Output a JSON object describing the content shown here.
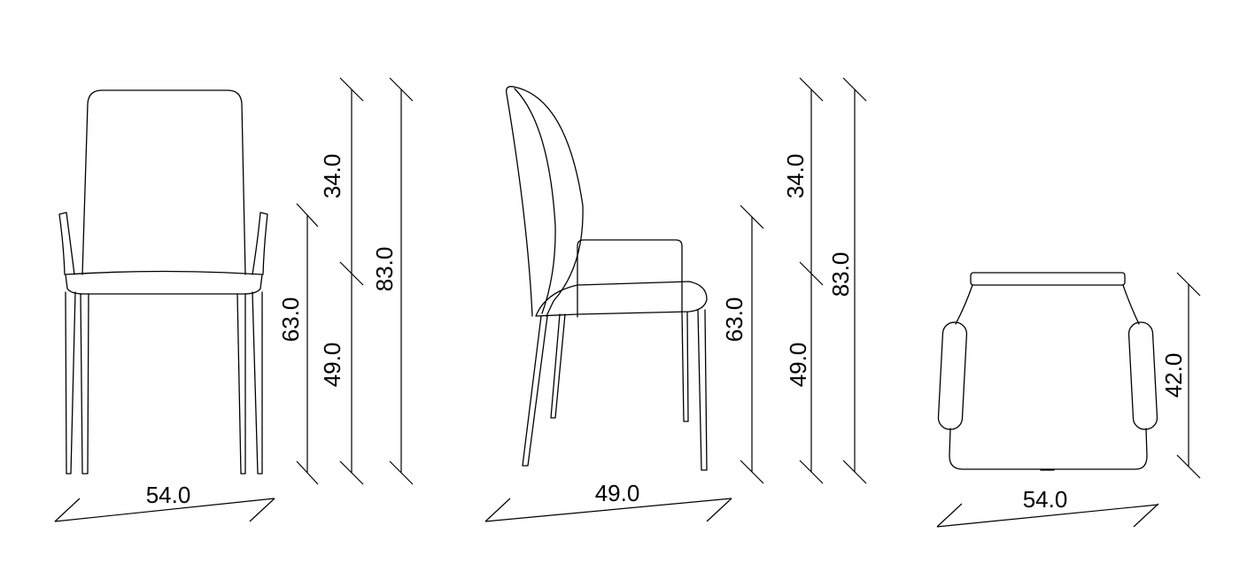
{
  "colors": {
    "line": "#000000",
    "background": "#ffffff"
  },
  "front_view": {
    "width_label": "54.0",
    "seat_height_label": "49.0",
    "arm_height_label": "63.0",
    "back_height_label": "34.0",
    "total_height_label": "83.0"
  },
  "side_view": {
    "depth_label": "49.0",
    "arm_height_label": "63.0",
    "seat_height_label": "49.0",
    "back_height_label": "34.0",
    "total_height_label": "83.0"
  },
  "top_view": {
    "width_label": "54.0",
    "depth_label": "42.0"
  }
}
